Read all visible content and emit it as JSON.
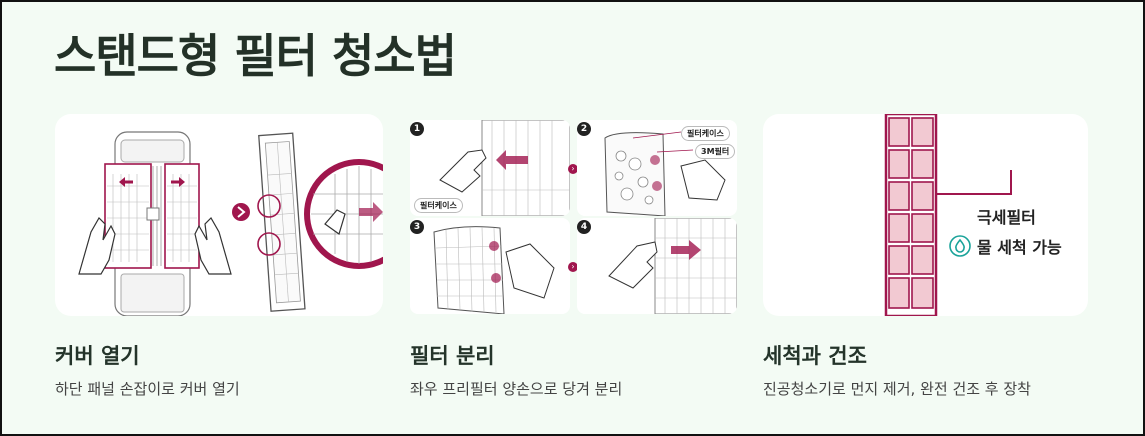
{
  "title": "스탠드형 필터 청소법",
  "steps": [
    {
      "title": "커버 열기",
      "desc": "하단 패널 손잡이로 커버 열기"
    },
    {
      "title": "필터 분리",
      "desc": "좌우 프리필터 양손으로 당겨 분리",
      "numbers": [
        "1",
        "2",
        "3",
        "4"
      ],
      "tags": {
        "case1": "필터케이스",
        "case2": "필터케이스",
        "filter3m": "3M필터"
      }
    },
    {
      "title": "세척과 건조",
      "desc": "진공청소기로 먼지 제거, 완전 건조 후 장착",
      "label_line1": "극세필터",
      "label_line2": "물 세척 가능"
    }
  ],
  "colors": {
    "accent": "#a0164d",
    "filter_fill": "#f2c9d2",
    "background": "#f3fbf4",
    "water_icon": "#1aa39a"
  },
  "icons": [
    "right-arrow-icon",
    "water-drop-icon"
  ]
}
